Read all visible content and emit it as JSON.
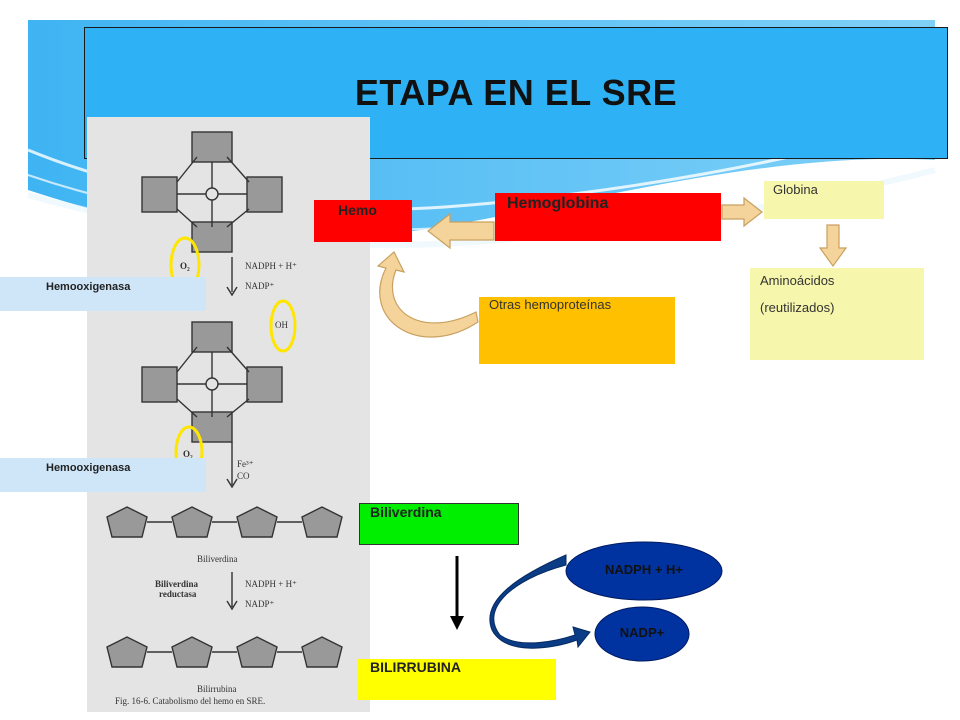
{
  "title": "ETAPA EN EL  SRE",
  "boxes": {
    "hemo": "Hemo",
    "hemoglobina": "Hemoglobina",
    "globina": "Globina",
    "aminoacidos_line1": "Aminoácidos",
    "aminoacidos_line2": "(reutilizados)",
    "otras": "Otras hemoproteínas",
    "biliverdina": "Biliverdina",
    "bilirrubina": "BILIRRUBINA"
  },
  "enzymes": {
    "hemooxigenasa_1": "Hemooxigenasa",
    "hemooxigenasa_2": "Hemooxigenasa"
  },
  "cofactors": {
    "nadph": "NADPH + H+",
    "nadp": "NADP+"
  },
  "figure": {
    "nadph_label": "NADPH + H⁺",
    "nadp_label": "NADP⁺",
    "o2": "O₂",
    "oh": "OH",
    "fe3_co_line1": "Fe³⁺",
    "fe3_co_line2": "CO",
    "biliverdina_label": "Biliverdina",
    "reductasa_line1": "Biliverdina",
    "reductasa_line2": "reductasa",
    "bilirrubina_label": "Bilirrubina",
    "caption": "Fig. 16-6. Catabolismo del hemo en SRE."
  },
  "colors": {
    "title_bg": "#2eb2f5",
    "red": "#ff0000",
    "yellow_pale": "#f6f6ac",
    "orange": "#ffc000",
    "green": "#00ee00",
    "yellow": "#ffff00",
    "ellipse_fill": "#0033a0",
    "ring_highlight": "#ffe600"
  }
}
